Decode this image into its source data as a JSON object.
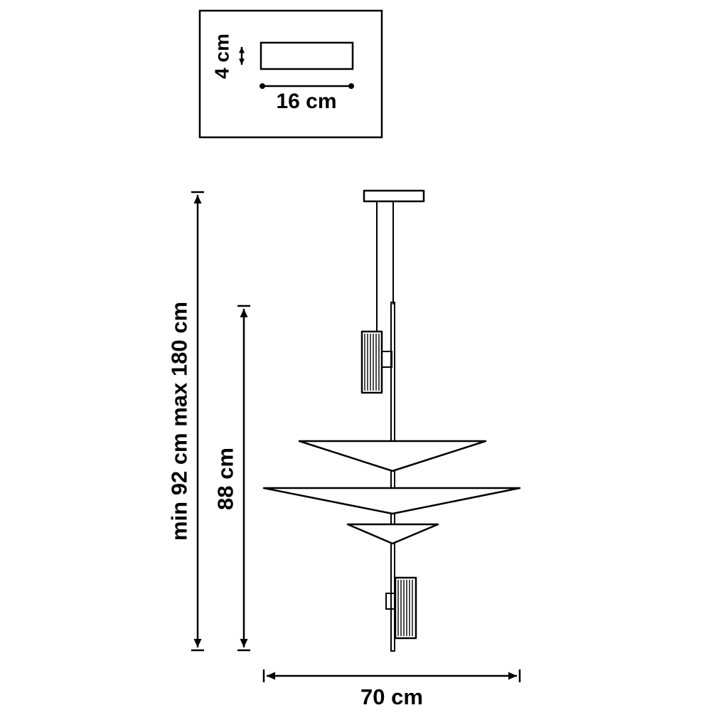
{
  "diagram": {
    "title": "pendant-lamp-dimension-drawing",
    "top_view": {
      "height_label": "4 cm",
      "width_label": "16 cm"
    },
    "front_view": {
      "overall_height_label": "min 92 cm max 180 cm",
      "fixture_height_label": "88 cm",
      "width_label": "70 cm"
    },
    "colors": {
      "line": "#000000",
      "background": "#ffffff"
    }
  }
}
